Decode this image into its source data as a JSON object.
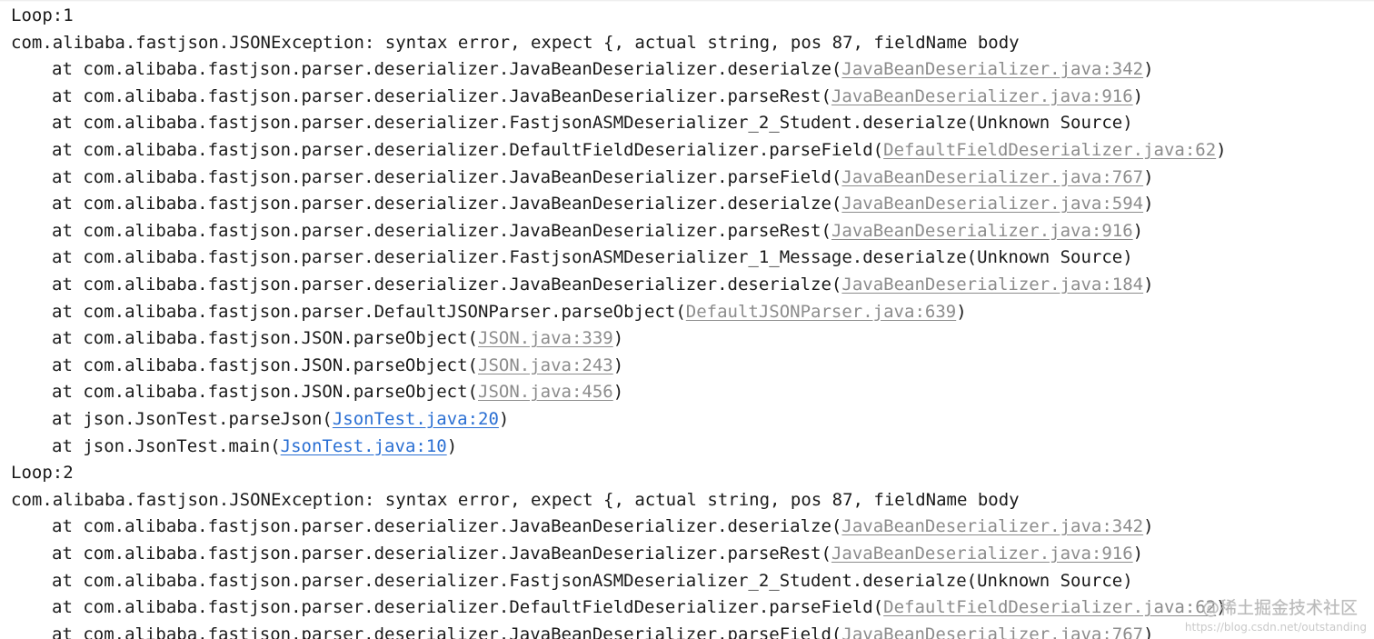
{
  "console": {
    "lines": [
      {
        "indent": false,
        "text": "Loop:1"
      },
      {
        "indent": false,
        "text": "com.alibaba.fastjson.JSONException: syntax error, expect {, actual string, pos 87, fieldName body"
      },
      {
        "indent": true,
        "prefix": "at com.alibaba.fastjson.parser.deserializer.JavaBeanDeserializer.deserialze(",
        "link": "JavaBeanDeserializer.java:342",
        "link_kind": "lib",
        "suffix": ")"
      },
      {
        "indent": true,
        "prefix": "at com.alibaba.fastjson.parser.deserializer.JavaBeanDeserializer.parseRest(",
        "link": "JavaBeanDeserializer.java:916",
        "link_kind": "lib",
        "suffix": ")"
      },
      {
        "indent": true,
        "text": "at com.alibaba.fastjson.parser.deserializer.FastjsonASMDeserializer_2_Student.deserialze(Unknown Source)"
      },
      {
        "indent": true,
        "prefix": "at com.alibaba.fastjson.parser.deserializer.DefaultFieldDeserializer.parseField(",
        "link": "DefaultFieldDeserializer.java:62",
        "link_kind": "lib",
        "suffix": ")"
      },
      {
        "indent": true,
        "prefix": "at com.alibaba.fastjson.parser.deserializer.JavaBeanDeserializer.parseField(",
        "link": "JavaBeanDeserializer.java:767",
        "link_kind": "lib",
        "suffix": ")"
      },
      {
        "indent": true,
        "prefix": "at com.alibaba.fastjson.parser.deserializer.JavaBeanDeserializer.deserialze(",
        "link": "JavaBeanDeserializer.java:594",
        "link_kind": "lib",
        "suffix": ")"
      },
      {
        "indent": true,
        "prefix": "at com.alibaba.fastjson.parser.deserializer.JavaBeanDeserializer.parseRest(",
        "link": "JavaBeanDeserializer.java:916",
        "link_kind": "lib",
        "suffix": ")"
      },
      {
        "indent": true,
        "text": "at com.alibaba.fastjson.parser.deserializer.FastjsonASMDeserializer_1_Message.deserialze(Unknown Source)"
      },
      {
        "indent": true,
        "prefix": "at com.alibaba.fastjson.parser.deserializer.JavaBeanDeserializer.deserialze(",
        "link": "JavaBeanDeserializer.java:184",
        "link_kind": "lib",
        "suffix": ")"
      },
      {
        "indent": true,
        "prefix": "at com.alibaba.fastjson.parser.DefaultJSONParser.parseObject(",
        "link": "DefaultJSONParser.java:639",
        "link_kind": "lib",
        "suffix": ")"
      },
      {
        "indent": true,
        "prefix": "at com.alibaba.fastjson.JSON.parseObject(",
        "link": "JSON.java:339",
        "link_kind": "lib",
        "suffix": ")"
      },
      {
        "indent": true,
        "prefix": "at com.alibaba.fastjson.JSON.parseObject(",
        "link": "JSON.java:243",
        "link_kind": "lib",
        "suffix": ")"
      },
      {
        "indent": true,
        "prefix": "at com.alibaba.fastjson.JSON.parseObject(",
        "link": "JSON.java:456",
        "link_kind": "lib",
        "suffix": ")"
      },
      {
        "indent": true,
        "prefix": "at json.JsonTest.parseJson(",
        "link": "JsonTest.java:20",
        "link_kind": "user",
        "suffix": ")"
      },
      {
        "indent": true,
        "prefix": "at json.JsonTest.main(",
        "link": "JsonTest.java:10",
        "link_kind": "user",
        "suffix": ")"
      },
      {
        "indent": false,
        "text": "Loop:2"
      },
      {
        "indent": false,
        "text": "com.alibaba.fastjson.JSONException: syntax error, expect {, actual string, pos 87, fieldName body"
      },
      {
        "indent": true,
        "prefix": "at com.alibaba.fastjson.parser.deserializer.JavaBeanDeserializer.deserialze(",
        "link": "JavaBeanDeserializer.java:342",
        "link_kind": "lib",
        "suffix": ")"
      },
      {
        "indent": true,
        "prefix": "at com.alibaba.fastjson.parser.deserializer.JavaBeanDeserializer.parseRest(",
        "link": "JavaBeanDeserializer.java:916",
        "link_kind": "lib",
        "suffix": ")"
      },
      {
        "indent": true,
        "text": "at com.alibaba.fastjson.parser.deserializer.FastjsonASMDeserializer_2_Student.deserialze(Unknown Source)"
      },
      {
        "indent": true,
        "prefix": "at com.alibaba.fastjson.parser.deserializer.DefaultFieldDeserializer.parseField(",
        "link": "DefaultFieldDeserializer.java:62",
        "link_kind": "lib",
        "suffix": ")"
      },
      {
        "indent": true,
        "prefix": "at com.alibaba.fastjson.parser.deserializer.JavaBeanDeserializer.parseField(",
        "link": "JavaBeanDeserializer.java:767",
        "link_kind": "lib",
        "suffix": ")"
      }
    ]
  },
  "colors": {
    "text": "#1a1a1a",
    "library_link": "#8c8c8c",
    "user_link": "#2a6fd3",
    "background": "#ffffff"
  },
  "watermark": {
    "main": "@稀土掘金技术社区",
    "sub": "https://blog.csdn.net/outstanding"
  }
}
